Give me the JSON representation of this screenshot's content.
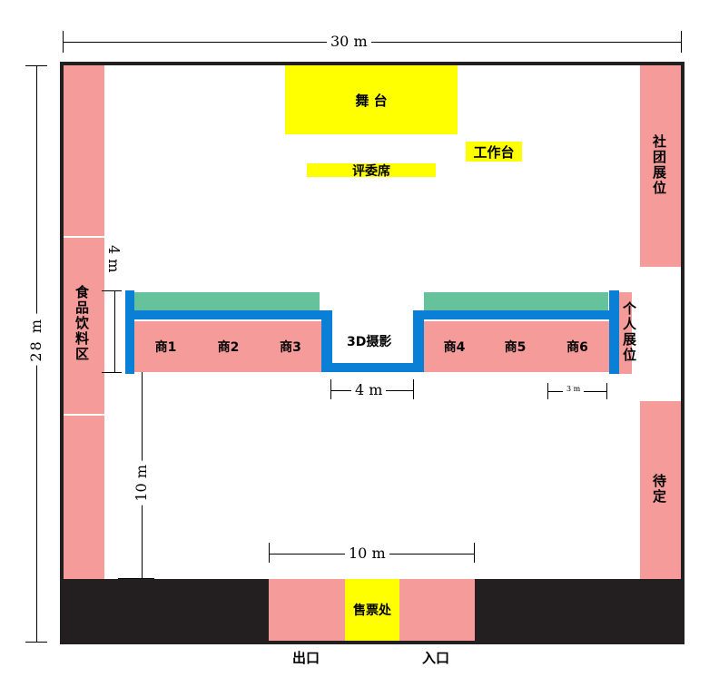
{
  "dimensions": {
    "width_label": "30 m",
    "height_label": "28 m",
    "top_gap_label": "4 m",
    "photo_width_label": "4 m",
    "booth_width_label": "3 m",
    "aisle_label": "10 m",
    "entrance_width_label": "10 m"
  },
  "areas": {
    "stage": "舞 台",
    "workbench": "工作台",
    "judges": "评委席",
    "club_booth": "社团展位",
    "food_area": "食品饮料区",
    "personal_booth": "个人展位",
    "pending": "待定",
    "photo_3d": "3D摄影",
    "ticket": "售票处",
    "exit": "出口",
    "entrance": "入口"
  },
  "booths": [
    "商1",
    "商2",
    "商3",
    "商4",
    "商5",
    "商6"
  ],
  "colors": {
    "pink": "#f59c9a",
    "yellow": "#ffff00",
    "green": "#66c29b",
    "blue": "#0a7fd6",
    "wall": "#231f20"
  }
}
